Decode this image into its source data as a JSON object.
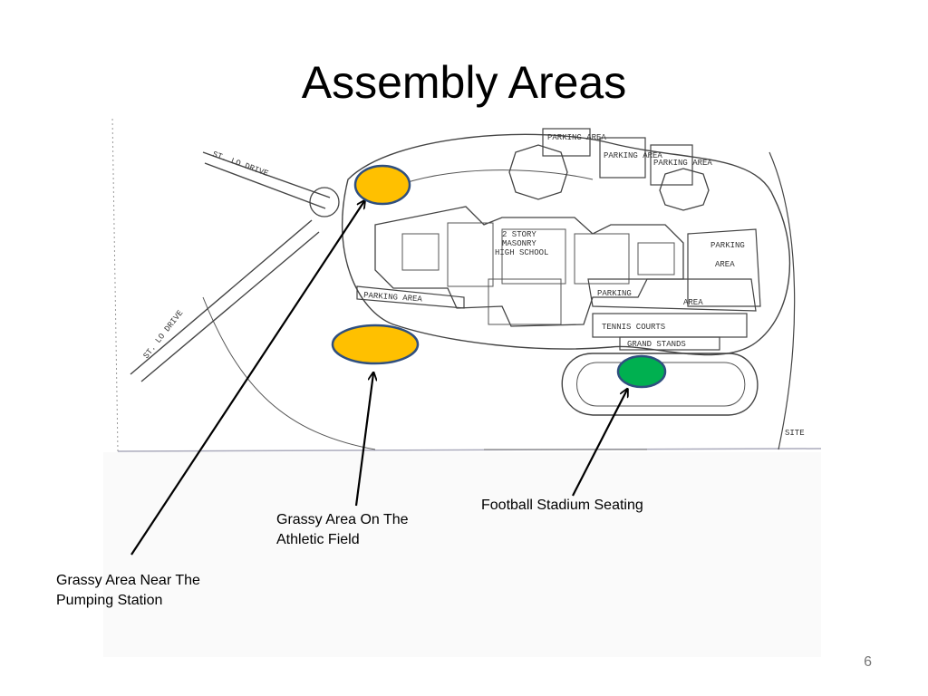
{
  "slide": {
    "title": "Assembly Areas",
    "page_number": "6"
  },
  "map": {
    "text": {
      "road_top": "ST. LO DRIVE",
      "road_left": "ST. LO DRIVE",
      "parking_1": "PARKING AREA",
      "parking_2": "PARKING AREA",
      "parking_3": "PARKING AREA",
      "school_1": "2 STORY",
      "school_2": "MASONRY",
      "school_3": "HIGH SCHOOL",
      "parking_left": "PARKING AREA",
      "parking_right_1": "PARKING",
      "parking_right_2": "AREA",
      "parking_mid_1": "PARKING",
      "parking_mid_2": "AREA",
      "tennis": "TENNIS COURTS",
      "grandstands": "GRAND STANDS",
      "site": "SITE"
    }
  },
  "assembly_areas": [
    {
      "label": "Grassy Area Near The Pumping Station",
      "line1": "Grassy Area Near The",
      "line2": "Pumping Station",
      "color": "#FFC000"
    },
    {
      "label": "Grassy Area On The Athletic Field",
      "line1": "Grassy Area On The",
      "line2": "Athletic Field",
      "color": "#FFC000"
    },
    {
      "label": "Football Stadium Seating",
      "line1": "Football Stadium Seating",
      "color": "#00B050"
    }
  ],
  "colors": {
    "assembly_yellow": "#FFC000",
    "assembly_green": "#00B050",
    "marker_outline": "#2F4F7F"
  }
}
